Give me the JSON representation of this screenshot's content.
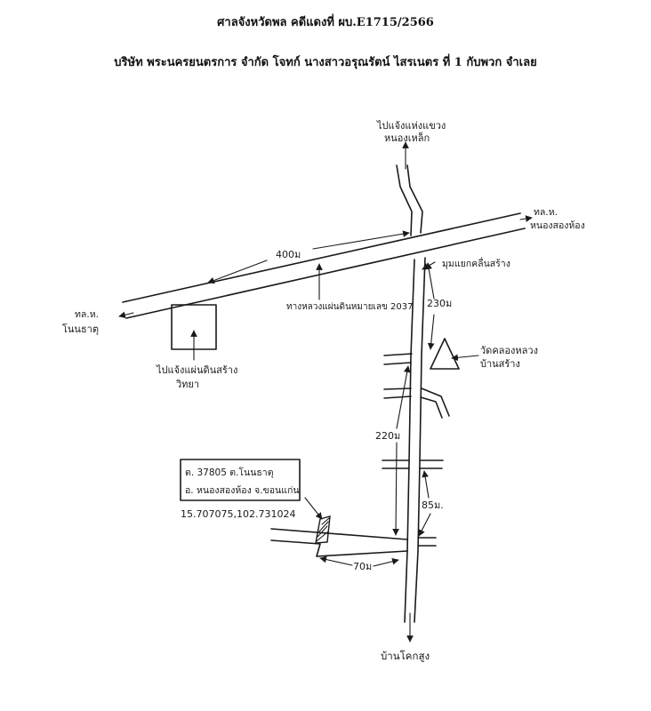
{
  "header": {
    "court_line": "ศาลจังหวัดพล คดีแดงที่ ผบ.E1715/2566",
    "parties_line": "บริษัท พระนครยนตรการ จำกัด โจทก์ นางสาวอรุณรัตน์ ไสรเนตร ที่ 1 กับพวก จำเลย"
  },
  "map": {
    "north_destination_line1": "ไปแจ้งแห่งแขวง",
    "north_destination_line2": "หนองเหล็ก",
    "east_highway_line1": "ทล.ห.",
    "east_highway_line2": "หนองสองห้อง",
    "west_highway_line1": "ทล.ห.",
    "west_highway_line2": "โนนธาตุ",
    "distance_top": "400ม",
    "highway_name": "ทางหลวงแผ่นดินหมายเลข 2037",
    "school_line1": "ไปแจ้งแผ่นดินสร้าง",
    "school_line2": "วิทยา",
    "junction_label": "มุมแยกคลื่นสร้าง",
    "distance_230": "230ม",
    "temple_line1": "วัดคลองหลวง",
    "temple_line2": "บ้านสร้าง",
    "distance_220": "220ม",
    "distance_85": "85ม.",
    "plot_box_line1": "ต. 37805 ต.โนนธาตุ",
    "plot_box_line2": "อ. หนองสองห้อง จ.ขอนแก่น",
    "coordinates": "15.707075,102.731024",
    "distance_70": "70ม",
    "south_destination": "บ้านโคกสูง"
  }
}
